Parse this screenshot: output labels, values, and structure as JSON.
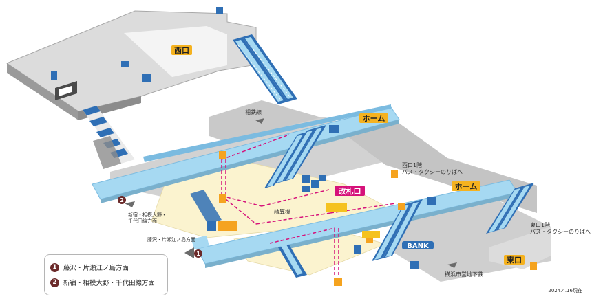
{
  "areas": {
    "west_exit": "西口",
    "east_exit": "東口",
    "platform_1": "ホーム",
    "platform_2": "ホーム",
    "ticket_gate": "改札口"
  },
  "labels": {
    "sotetsu": "相鉄線",
    "fare_adjust": "精算機",
    "subway": "横浜市営地下鉄",
    "bank": "BANK",
    "west_1f_line1": "西口1階",
    "west_1f_line2": "バス・タクシーのりばへ",
    "east_1f_line1": "東口1階",
    "east_1f_line2": "バス・タクシーのりばへ",
    "dir2_line1": "新宿・相模大野・",
    "dir2_line2": "千代田線方面",
    "dir1_line1": "藤沢・片瀬江ノ島方面",
    "num1": "1",
    "num2": "2"
  },
  "legend": [
    {
      "num": "1",
      "text": "藤沢・片瀬江ノ島方面"
    },
    {
      "num": "2",
      "text": "新宿・相模大野・千代田線方面"
    }
  ],
  "date": "2024.4.16現在",
  "colors": {
    "floor": "#dcdcdc",
    "wall": "#8c8c8c",
    "platform": "#a6d9f2",
    "concourse": "#fbf3cf",
    "stairs": "#2f6fb5",
    "tag": "#f5b21f",
    "gate": "#d6127a",
    "route": "#d6127a"
  },
  "icons": [
    "elevator-icon",
    "restroom-icon",
    "phone-icon",
    "ticket-machine-icon",
    "atm-icon",
    "locker-icon",
    "escalator-up-icon"
  ]
}
